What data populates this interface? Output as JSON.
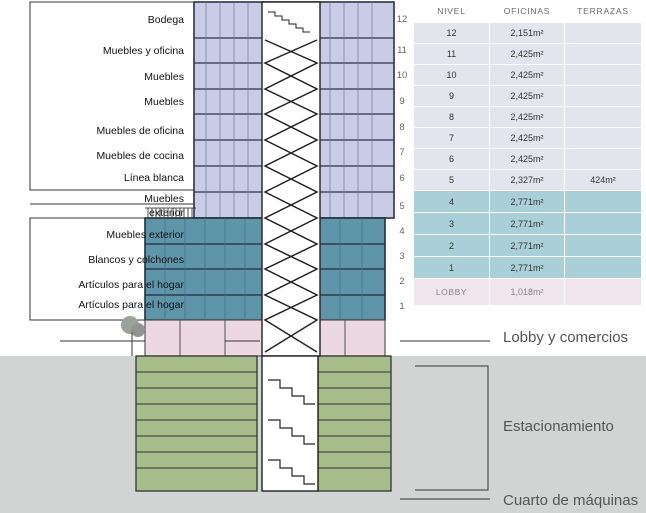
{
  "tenants": [
    {
      "label": "Bodega"
    },
    {
      "label": "Muebles y oficina"
    },
    {
      "label": "Muebles"
    },
    {
      "label": "Muebles"
    },
    {
      "label": "Muebles de oficina"
    },
    {
      "label": "Muebles de cocina"
    },
    {
      "label": "Línea blanca"
    },
    {
      "label": "Muebles"
    },
    {
      "label": "exterior"
    },
    {
      "label": "Muebles exterior"
    },
    {
      "label": "Blancos y colchones"
    },
    {
      "label": "Artículos para el hogar"
    },
    {
      "label": "Artículos para el hogar"
    }
  ],
  "floor_numbers": [
    "12",
    "11",
    "10",
    "9",
    "8",
    "7",
    "6",
    "5",
    "4",
    "3",
    "2",
    "1"
  ],
  "zones": {
    "lobby": "Lobby y comercios",
    "parking": "Estacionamiento",
    "machines": "Cuarto de máquinas"
  },
  "table": {
    "headers": {
      "level": "NIVEL",
      "offices": "OFICINAS",
      "terraces": "TERRAZAS"
    },
    "rows": [
      {
        "level": "12",
        "offices": "2,151m²",
        "terraces": ""
      },
      {
        "level": "11",
        "offices": "2,425m²",
        "terraces": ""
      },
      {
        "level": "10",
        "offices": "2,425m²",
        "terraces": ""
      },
      {
        "level": "9",
        "offices": "2,425m²",
        "terraces": ""
      },
      {
        "level": "8",
        "offices": "2,425m²",
        "terraces": ""
      },
      {
        "level": "7",
        "offices": "2,425m²",
        "terraces": ""
      },
      {
        "level": "6",
        "offices": "2,425m²",
        "terraces": ""
      },
      {
        "level": "5",
        "offices": "2,327m²",
        "terraces": "424m²"
      },
      {
        "level": "4",
        "offices": "2,771m²",
        "terraces": ""
      },
      {
        "level": "3",
        "offices": "2,771m²",
        "terraces": ""
      },
      {
        "level": "2",
        "offices": "2,771m²",
        "terraces": ""
      },
      {
        "level": "1",
        "offices": "2,771m²",
        "terraces": ""
      }
    ],
    "lobby": {
      "level": "LOBBY",
      "offices": "1,018m²",
      "terraces": ""
    }
  },
  "colors": {
    "upper_floors": "#c9cce6",
    "lower_floors": "#5f95a8",
    "lobby": "#ecd8e0",
    "parking": "#a6bd8a",
    "ground": "#d2d4d3"
  }
}
